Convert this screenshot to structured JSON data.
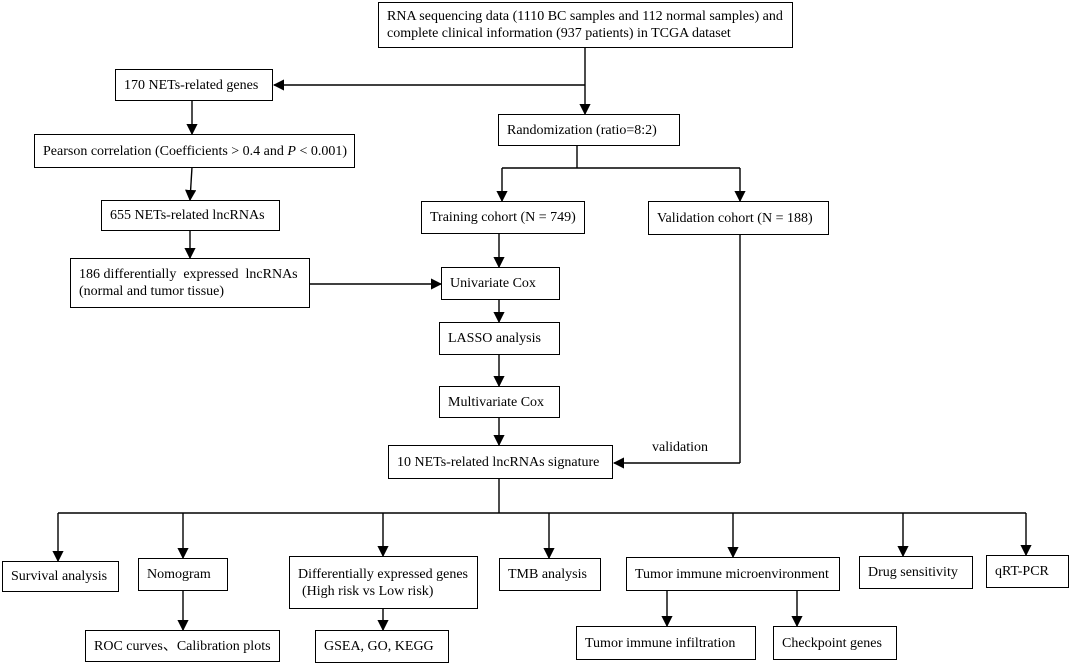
{
  "nodes": {
    "rna_line1": "RNA sequencing data (1110 BC samples and 112 normal samples) and",
    "rna_line2": "complete clinical information (937 patients) in TCGA dataset",
    "genes_170": "170 NETs-related genes",
    "pearson_prefix": "Pearson correlation (Coefficients > 0.4 and ",
    "pearson_p": "P",
    "pearson_suffix": " < 0.001)",
    "lnc_655": "655 NETs-related lncRNAs",
    "de_186_line1": "186 differentially  expressed  lncRNAs",
    "de_186_line2": "(normal and tumor tissue)",
    "randomization": "Randomization (ratio=8:2)",
    "training": "Training cohort (N = 749)",
    "validation_cohort": "Validation cohort (N = 188)",
    "univariate": "Univariate Cox",
    "lasso": "LASSO analysis",
    "multivariate": "Multivariate Cox",
    "signature": "10 NETs-related lncRNAs signature",
    "survival": "Survival analysis",
    "nomogram": "Nomogram",
    "deg_line1": "Differentially expressed genes",
    "deg_line2": "(High risk vs Low risk)",
    "tmb": "TMB analysis",
    "tme": "Tumor immune microenvironment",
    "drug": "Drug sensitivity",
    "qrt": "qRT-PCR",
    "roc": "ROC curves、Calibration plots",
    "gsea": "GSEA, GO, KEGG",
    "infiltration": "Tumor immune infiltration",
    "checkpoint": "Checkpoint genes"
  },
  "edge_labels": {
    "validation": "validation"
  }
}
